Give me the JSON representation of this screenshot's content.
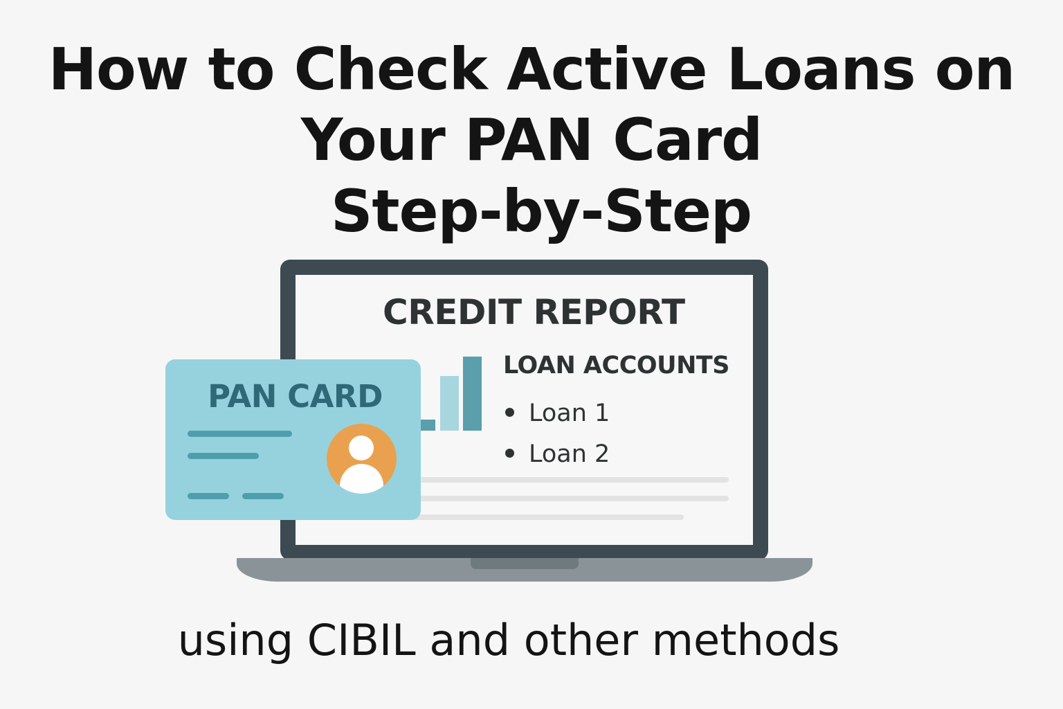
{
  "headline": {
    "line1": "How to Check Active Loans on",
    "line2": "Your PAN Card",
    "line3": "Step-by-Step"
  },
  "subtitle": "using CIBIL and other methods",
  "screen": {
    "report_title": "CREDIT REPORT",
    "loan_heading": "LOAN ACCOUNTS",
    "loans": [
      "Loan 1",
      "Loan 2"
    ]
  },
  "pan_card": {
    "title": "PAN CARD",
    "avatar_icon": "user-avatar-icon"
  },
  "colors": {
    "background": "#f6f6f6",
    "laptop_frame": "#3d4a52",
    "card": "#96d2de",
    "card_text": "#2f6877",
    "avatar": "#e9a14f",
    "bar_light": "#a8d6df",
    "bar_dark": "#5a9fab"
  }
}
